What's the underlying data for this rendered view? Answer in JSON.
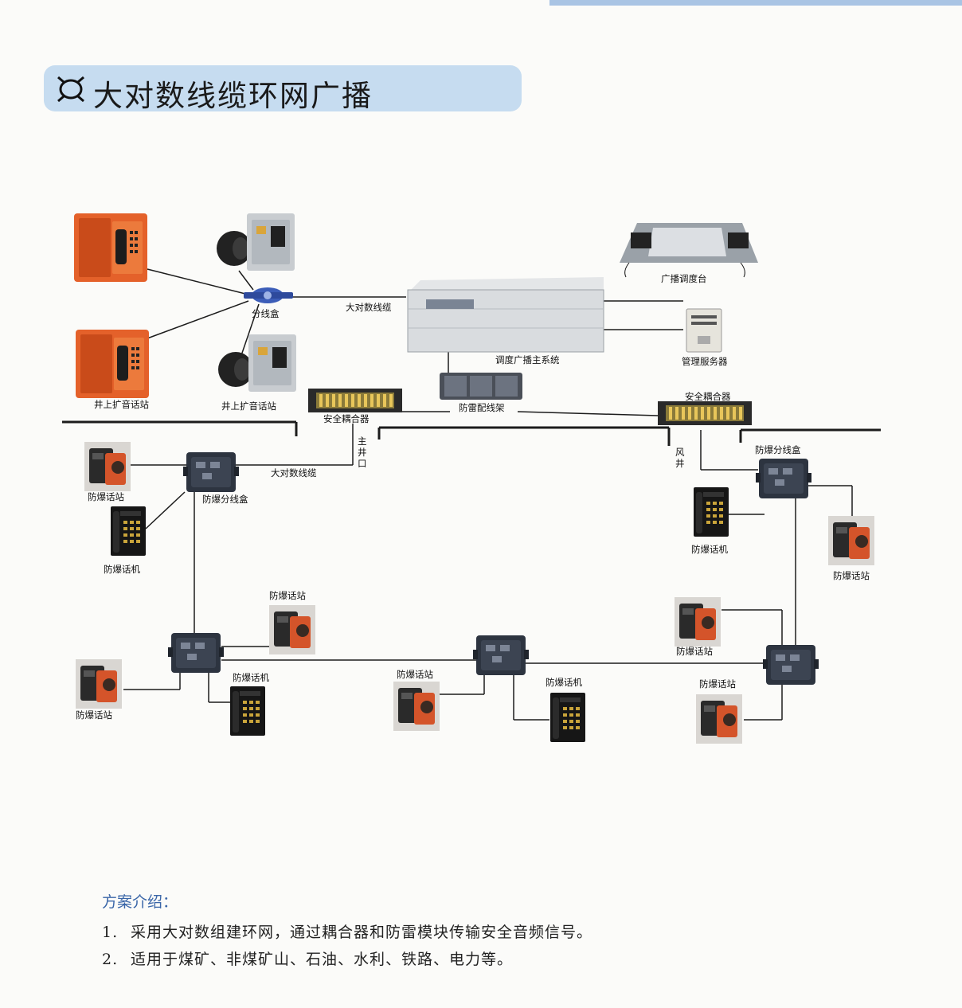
{
  "title": "大对数线缆环网广播",
  "labels": {
    "surface_station_left": "井上扩音话站",
    "surface_station_right": "井上扩音话站",
    "junction_box": "分线盒",
    "cable_top": "大对数线缆",
    "main_system": "调度广播主系统",
    "broadcast_console": "广播调度台",
    "mgmt_server": "管理服务器",
    "lightning_frame": "防雷配线架",
    "coupler_left": "安全耦合器",
    "coupler_right": "安全耦合器",
    "main_shaft": [
      "主",
      "井",
      "口"
    ],
    "wind_shaft": [
      "风",
      "井"
    ],
    "cable_under": "大对数线缆",
    "ex_station": "防爆话站",
    "ex_phone": "防爆话机",
    "ex_junction": "防爆分线盒"
  },
  "intro": {
    "heading": "方案介绍：",
    "items": [
      {
        "num": "1.",
        "text": "采用大对数组建环网，通过耦合器和防雷模块传输安全音频信号。"
      },
      {
        "num": "2.",
        "text": "适用于煤矿、非煤矿山、石油、水利、铁路、电力等。"
      }
    ]
  },
  "colors": {
    "banner": "#c6dcf0",
    "accent": "#3a66a8",
    "station_orange": "#e0652a"
  }
}
